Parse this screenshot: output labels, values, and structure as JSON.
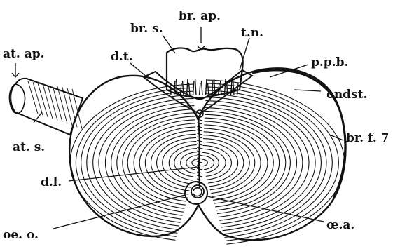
{
  "figure": {
    "labels": {
      "br_ap": "br. ap.",
      "br_s": "br. s.",
      "t_n": "t.n.",
      "d_t": "d.t.",
      "p_p_b": "p.p.b.",
      "at_ap": "at. ap.",
      "endst": "endst.",
      "br_f_7": "br. f. 7",
      "at_s": "at. s.",
      "d_l": "d.l.",
      "oe_o": "oe. o.",
      "oe_a": "œ.a."
    }
  }
}
